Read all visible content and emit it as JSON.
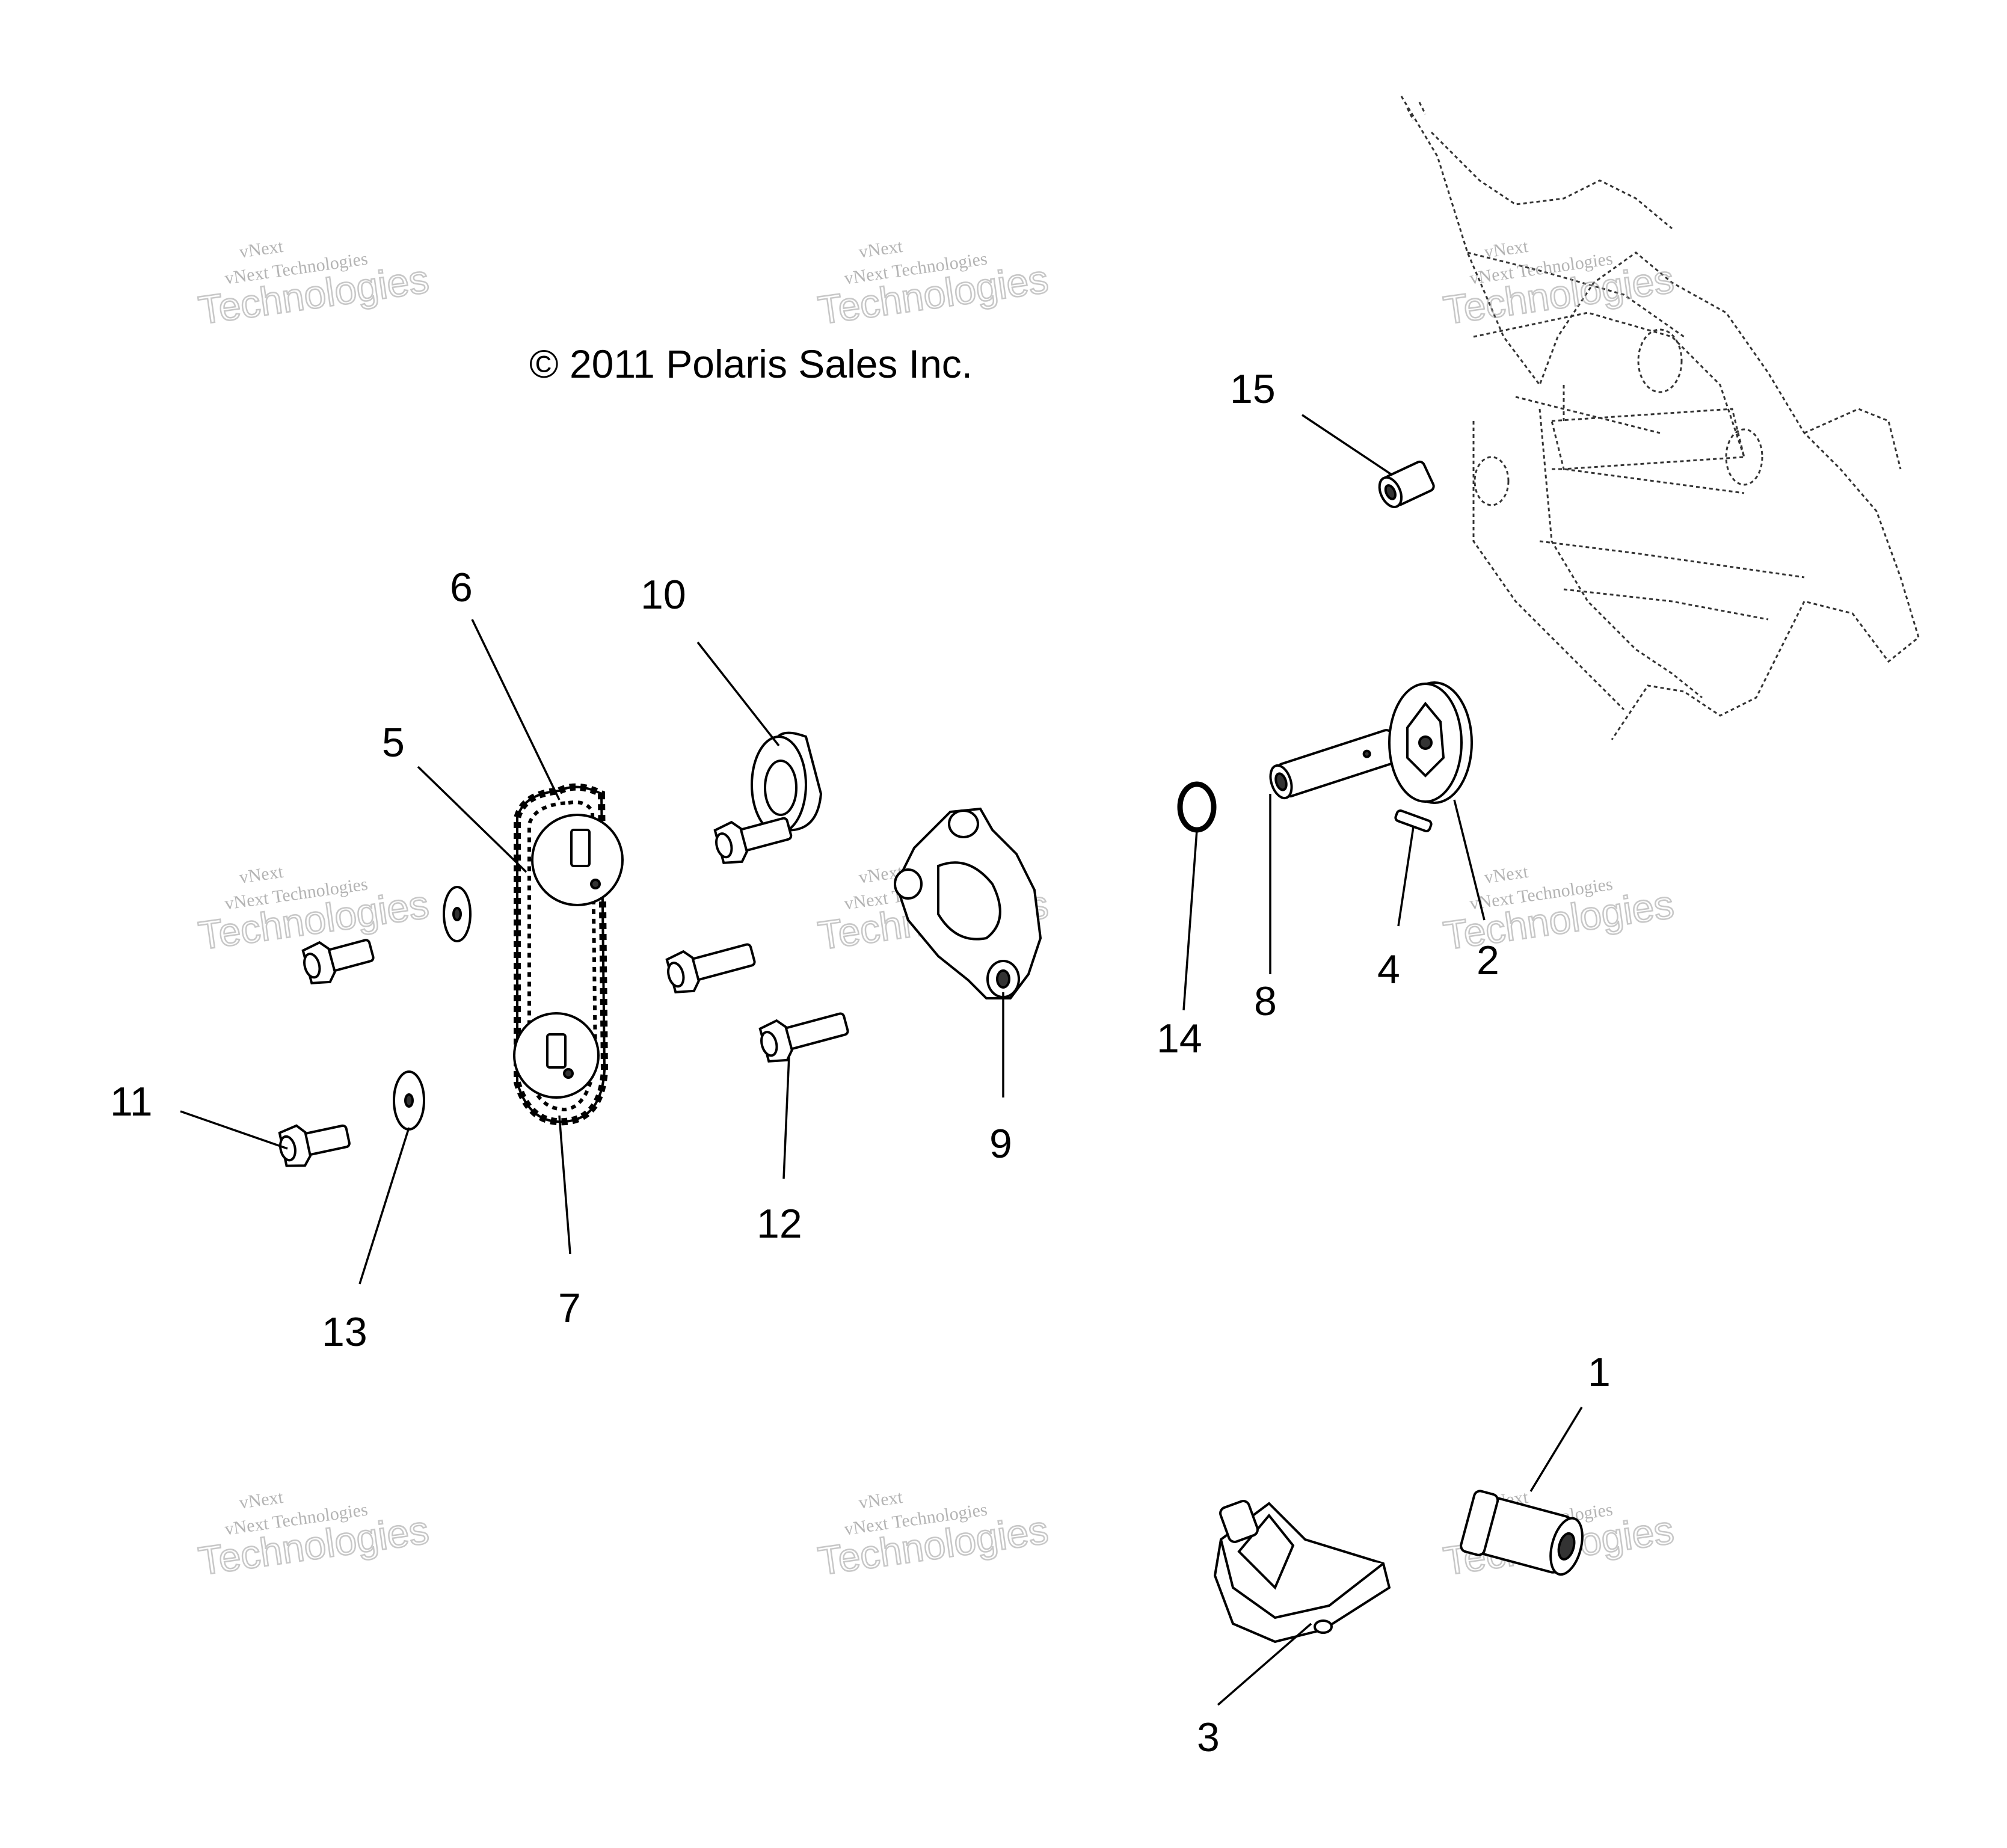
{
  "copyright": "© 2011 Polaris Sales Inc.",
  "watermark": {
    "line1": "vNext",
    "line2": "vNext Technologies",
    "line3": "Technologies"
  },
  "callouts": [
    {
      "id": "1",
      "label": "1"
    },
    {
      "id": "2",
      "label": "2"
    },
    {
      "id": "3",
      "label": "3"
    },
    {
      "id": "4",
      "label": "4"
    },
    {
      "id": "5",
      "label": "5"
    },
    {
      "id": "6",
      "label": "6"
    },
    {
      "id": "7",
      "label": "7"
    },
    {
      "id": "8",
      "label": "8"
    },
    {
      "id": "9",
      "label": "9"
    },
    {
      "id": "10",
      "label": "10"
    },
    {
      "id": "11",
      "label": "11"
    },
    {
      "id": "12",
      "label": "12"
    },
    {
      "id": "13",
      "label": "13"
    },
    {
      "id": "14",
      "label": "14"
    },
    {
      "id": "15",
      "label": "15"
    }
  ]
}
